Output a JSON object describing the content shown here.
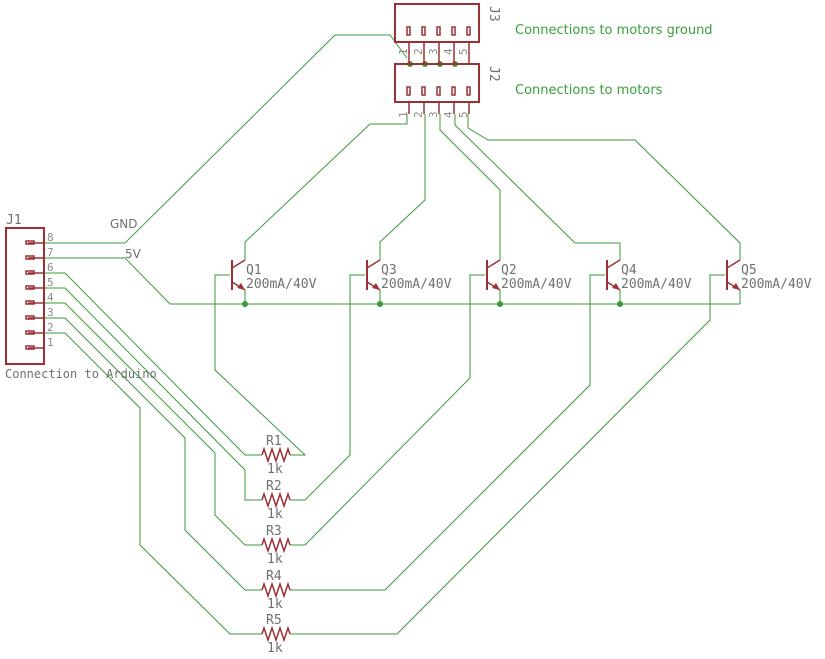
{
  "notes": {
    "j3": "Connections to motors ground",
    "j2": "Connections to motors"
  },
  "nets": {
    "gnd": "GND",
    "v5": "5V"
  },
  "connectors": {
    "j1": {
      "ref": "J1",
      "label": "Connection to Arduino",
      "pins": [
        "8",
        "7",
        "6",
        "5",
        "4",
        "3",
        "2",
        "1"
      ]
    },
    "j2": {
      "ref": "J2",
      "pins": [
        "1",
        "2",
        "3",
        "4",
        "5"
      ]
    },
    "j3": {
      "ref": "J3",
      "pins": [
        "1",
        "2",
        "3",
        "4",
        "5"
      ]
    }
  },
  "transistors": [
    {
      "ref": "Q1",
      "value": "200mA/40V"
    },
    {
      "ref": "Q3",
      "value": "200mA/40V"
    },
    {
      "ref": "Q2",
      "value": "200mA/40V"
    },
    {
      "ref": "Q4",
      "value": "200mA/40V"
    },
    {
      "ref": "Q5",
      "value": "200mA/40V"
    }
  ],
  "resistors": [
    {
      "ref": "R1",
      "value": "1k"
    },
    {
      "ref": "R2",
      "value": "1k"
    },
    {
      "ref": "R3",
      "value": "1k"
    },
    {
      "ref": "R4",
      "value": "1k"
    },
    {
      "ref": "R5",
      "value": "1k"
    }
  ]
}
